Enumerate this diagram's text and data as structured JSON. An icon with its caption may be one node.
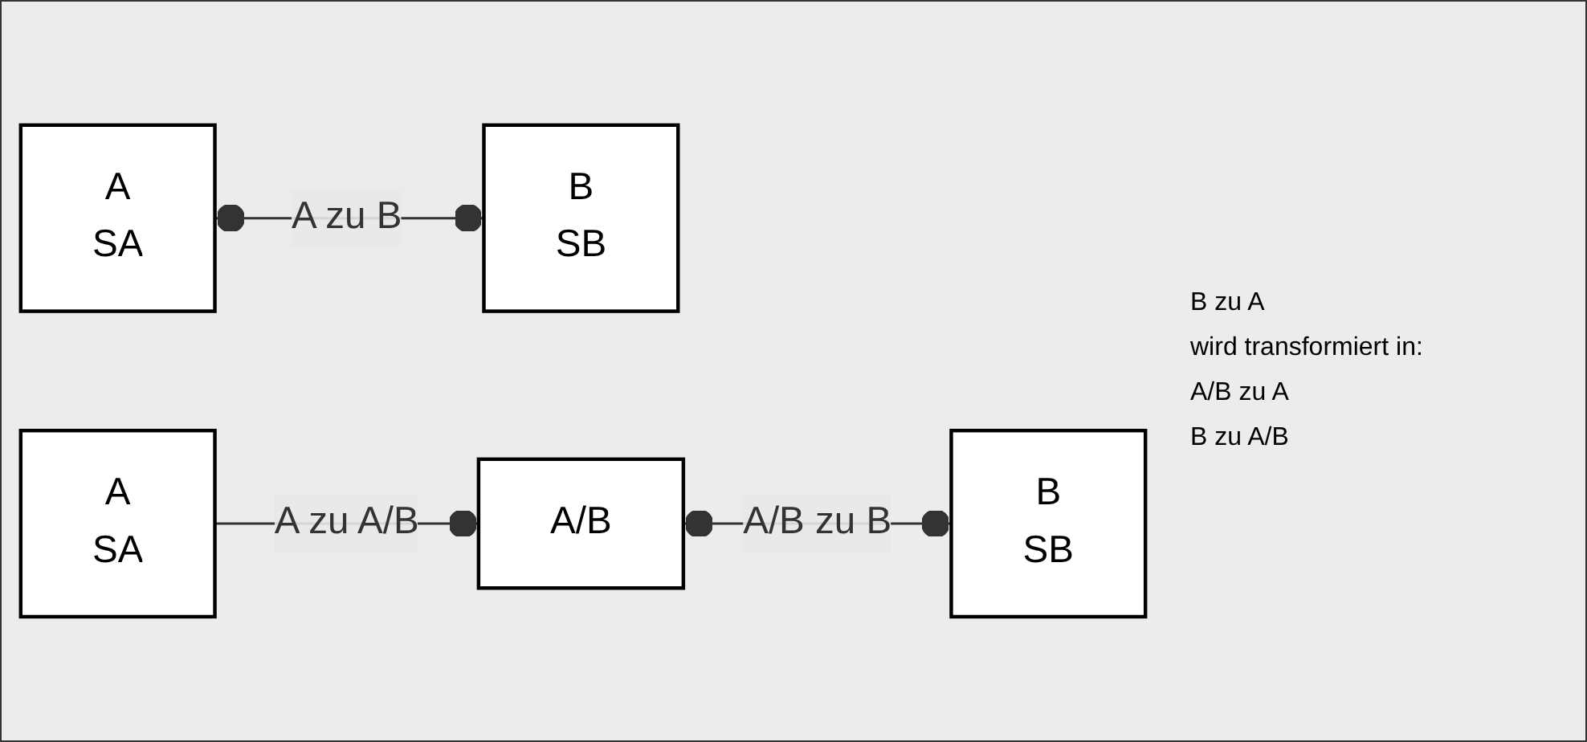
{
  "diagram": {
    "nodes": [
      {
        "text": [
          "A",
          "SA"
        ]
      },
      {
        "text": [
          "B",
          "SB"
        ]
      },
      {
        "text": [
          "A",
          "SA"
        ]
      },
      {
        "text": [
          "A/B"
        ]
      },
      {
        "text": [
          "B",
          "SB"
        ]
      }
    ],
    "edges": [
      {
        "from": 0,
        "to": 1,
        "arrow": "other",
        "label": "A zu B"
      },
      {
        "from": 2,
        "to": 3,
        "arrow": "other",
        "label": "A zu A/B"
      },
      {
        "from": 3,
        "to": 4,
        "arrow": "other",
        "label": "A/B zu B"
      }
    ],
    "labels": [
      "B zu A",
      "wird transformiert in:",
      "A/B zu A",
      "B zu A/B"
    ]
  }
}
